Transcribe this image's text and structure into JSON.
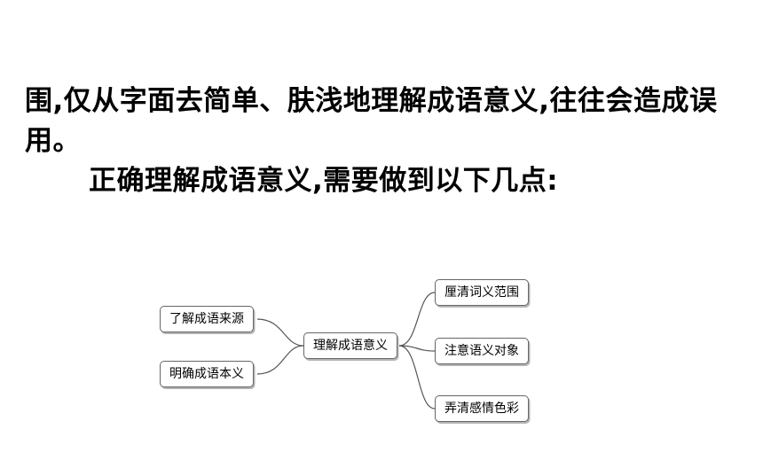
{
  "paragraphs": {
    "line1": "围,仅从字面去简单、肤浅地理解成语意义,往往会造成误用。",
    "line2": "正确理解成语意义,需要做到以下几点:"
  },
  "mindmap": {
    "center": "理解成语意义",
    "left": [
      "了解成语来源",
      "明确成语本义"
    ],
    "right": [
      "厘清词义范围",
      "注意语义对象",
      "弄清感情色彩"
    ]
  }
}
